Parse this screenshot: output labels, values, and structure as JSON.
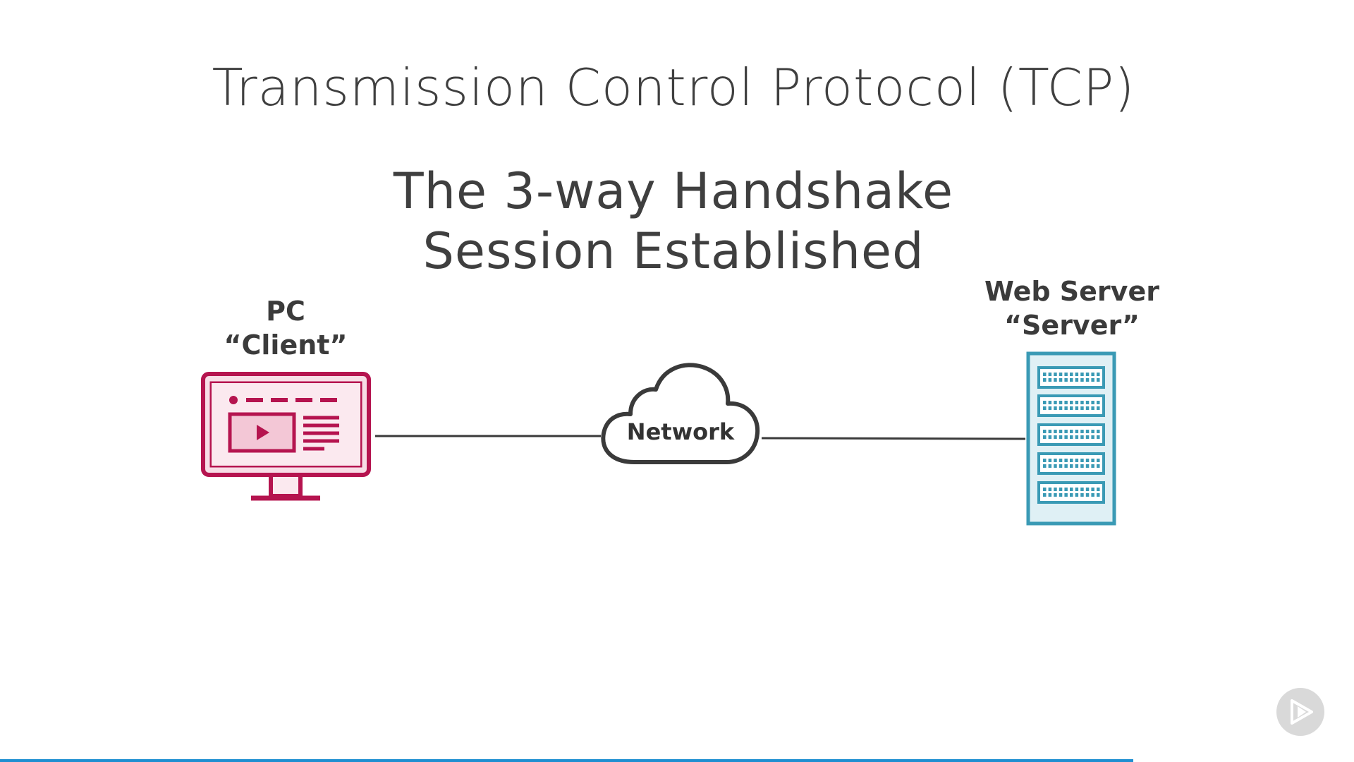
{
  "slide": {
    "title": "Transmission Control Protocol (TCP)",
    "subtitle_line1": "The 3-way Handshake",
    "subtitle_line2": "Session Established"
  },
  "diagram": {
    "client": {
      "label_line1": "PC",
      "label_line2": "“Client”",
      "icon": "monitor-icon",
      "color": "#b5144f"
    },
    "network": {
      "label": "Network",
      "icon": "cloud-icon",
      "color": "#333333"
    },
    "server": {
      "label_line1": "Web Server",
      "label_line2": "“Server”",
      "icon": "server-rack-icon",
      "color": "#3a9ab5"
    },
    "links": [
      "client-to-network",
      "network-to-server"
    ]
  },
  "player": {
    "play_icon": "play-icon",
    "progress_fraction": 0.837,
    "progress_color": "#1f8fd1"
  }
}
